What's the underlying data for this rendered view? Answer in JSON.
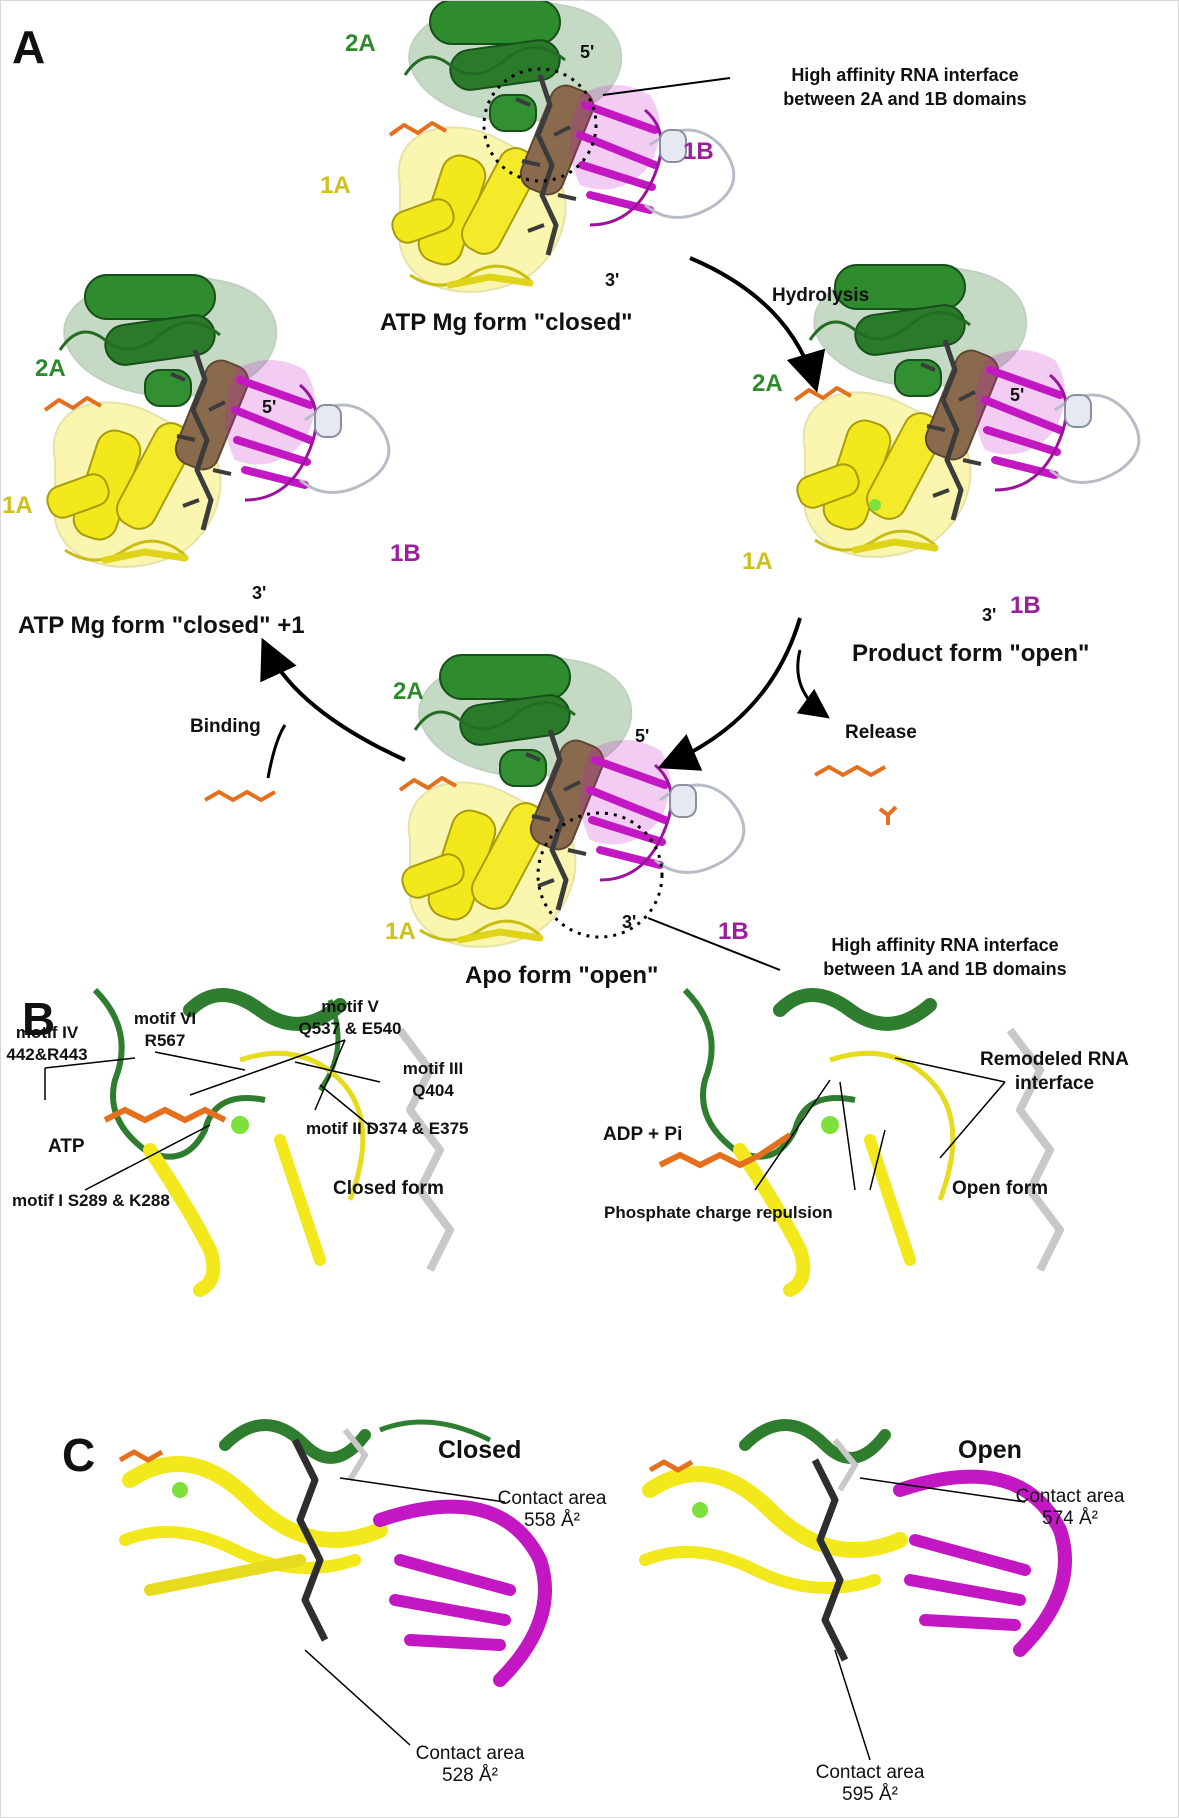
{
  "panels": {
    "a": "A",
    "b": "B",
    "c": "C"
  },
  "colors": {
    "domain_2a": "#2f7d2f",
    "domain_1a": "#f2e81c",
    "domain_1b": "#c317c3",
    "rna": "#3c3c3c",
    "helix_brown": "#8a6a4c",
    "ligand": "#e4701e",
    "magnesium": "#7ee03a"
  },
  "panel_a": {
    "states": {
      "top": "ATP Mg form \"closed\"",
      "left": "ATP Mg form \"closed\" +1",
      "right": "Product form \"open\"",
      "bottom": "Apo form \"open\""
    },
    "steps": {
      "hydrolysis": "Hydrolysis",
      "release": "Release",
      "binding": "Binding"
    },
    "callouts": {
      "top_line1": "High affinity RNA interface",
      "top_line2": "between 2A and 1B domains",
      "bottom_line1": "High affinity RNA interface",
      "bottom_line2": "between 1A and 1B domains"
    },
    "domains": {
      "d2a": "2A",
      "d1a": "1A",
      "d1b": "1B"
    },
    "ends": {
      "five": "5'",
      "three": "3'"
    }
  },
  "panel_b": {
    "motifs": {
      "vi_line1": "motif VI",
      "vi_line2": "R567",
      "v_line1": "motif V",
      "v_line2": "Q537 & E540",
      "iv_line1": "motif IV",
      "iv_line2": "442&R443",
      "iii_line1": "motif III",
      "iii_line2": "Q404",
      "ii": "motif II D374 & E375",
      "i": "motif I S289 & K288"
    },
    "ligand_left": "ATP",
    "ligand_right": "ADP + Pi",
    "form_left": "Closed form",
    "form_right": "Open form",
    "remodeled_line1": "Remodeled RNA",
    "remodeled_line2": "interface",
    "repulsion": "Phosphate charge repulsion"
  },
  "panel_c": {
    "title_left": "Closed",
    "title_right": "Open",
    "contact_label": "Contact area",
    "closed_upper": "558 Å²",
    "closed_lower": "528 Å²",
    "open_upper": "574 Å²",
    "open_lower": "595 Å²"
  }
}
